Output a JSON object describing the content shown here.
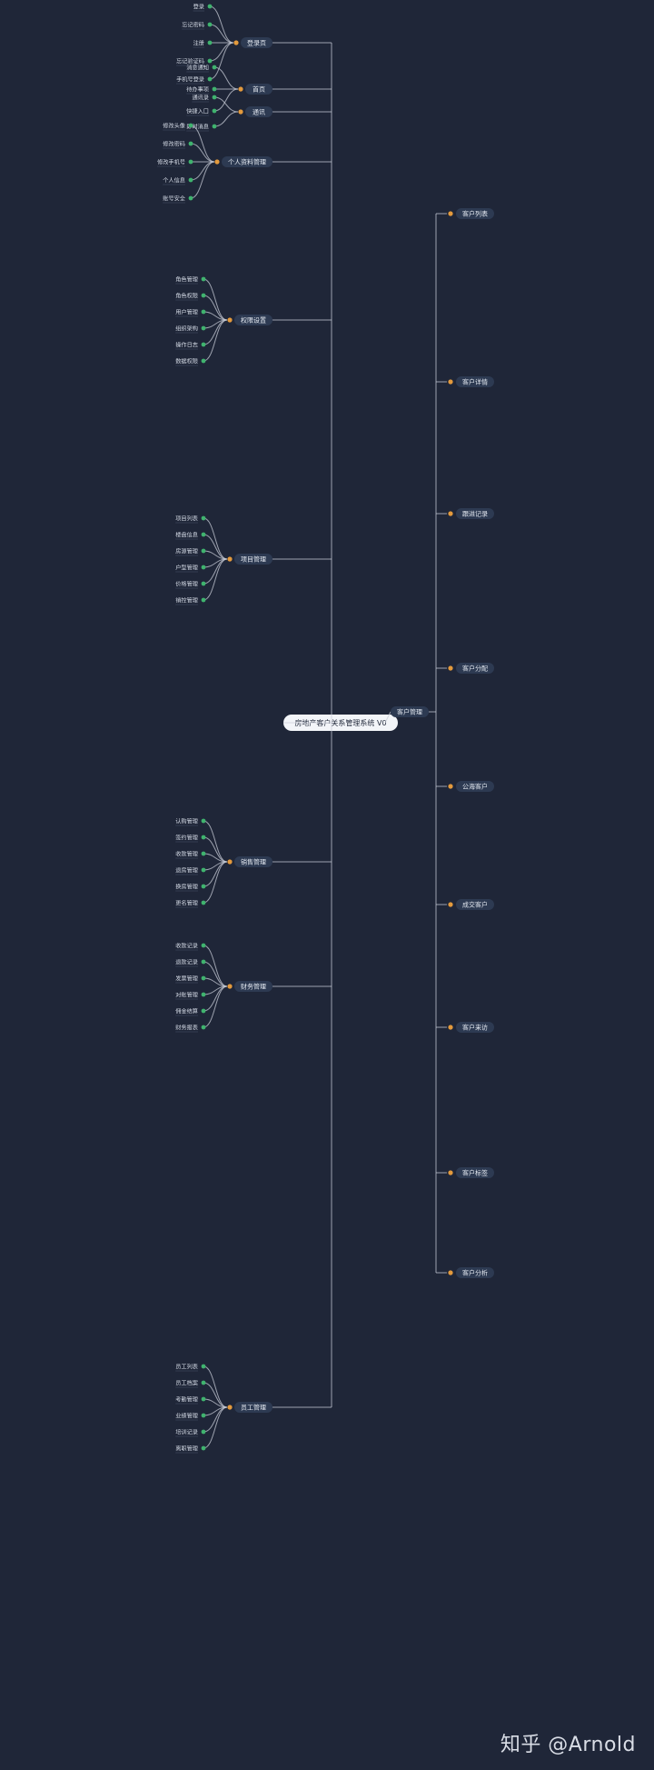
{
  "title": "房地产客户关系管理系统 V0",
  "colors": {
    "background": "#1f2638",
    "connector": "#c9ced8",
    "node": "#2d3a52",
    "pill": "#e06b8b",
    "dot_green": "#3fb36e",
    "dot_orange": "#e39a3d"
  },
  "left_branches": [
    {
      "label": "登录页",
      "children": [
        "登录",
        "忘记密码",
        "注册",
        "忘记验证码",
        "手机号登录"
      ]
    },
    {
      "label": "首页",
      "children": [
        "消息通知",
        "待办事项",
        "快捷入口"
      ]
    },
    {
      "label": "通讯",
      "children": [
        "通讯录",
        "即时消息"
      ]
    },
    {
      "label": "个人资料管理",
      "children": [
        "修改头像",
        "修改密码",
        "修改手机号",
        "个人信息",
        "账号安全"
      ]
    },
    {
      "label": "权限设置",
      "children": [
        "角色管理",
        "角色权限",
        "用户管理",
        "组织架构",
        "操作日志",
        "数据权限"
      ]
    },
    {
      "label": "项目管理",
      "children": [
        "项目列表",
        "楼盘信息",
        "房源管理",
        "户型管理",
        "价格管理",
        "销控管理"
      ]
    },
    {
      "label": "销售管理",
      "children": [
        "认购管理",
        "签约管理",
        "收款管理",
        "退房管理",
        "换房管理",
        "更名管理"
      ]
    },
    {
      "label": "财务管理",
      "children": [
        "收款记录",
        "退款记录",
        "发票管理",
        "对账管理",
        "佣金结算",
        "财务报表"
      ]
    },
    {
      "label": "员工管理",
      "children": [
        "员工列表",
        "员工档案",
        "考勤管理",
        "业绩管理",
        "培训记录",
        "离职管理"
      ]
    }
  ],
  "right_branch": {
    "label": "客户管理",
    "children": [
      "客户列表",
      "客户详情",
      "跟进记录",
      "客户分配",
      "公海客户",
      "成交客户",
      "客户来访",
      "客户标签",
      "客户分析"
    ]
  },
  "watermark": "知乎 @Arnold"
}
